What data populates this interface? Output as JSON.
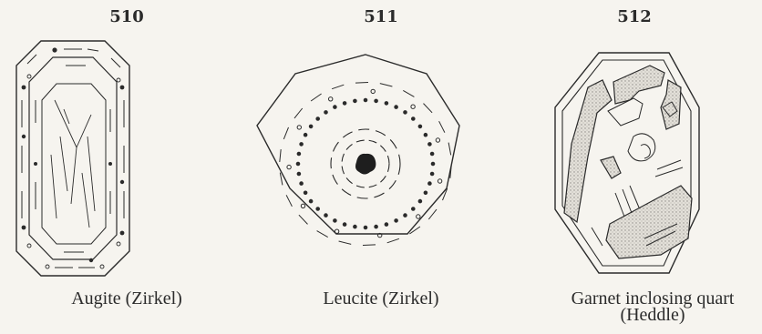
{
  "figures": [
    {
      "number": "510",
      "caption": "Augite (Zirkel)"
    },
    {
      "number": "511",
      "caption": "Leucite (Zirkel)"
    },
    {
      "number": "512",
      "caption": "Garnet inclosing quart",
      "caption_line2": "(Heddle)"
    }
  ],
  "colors": {
    "ink": "#2b2b2b",
    "paper": "#f6f4ef",
    "stipple": "#d9d6cf"
  }
}
